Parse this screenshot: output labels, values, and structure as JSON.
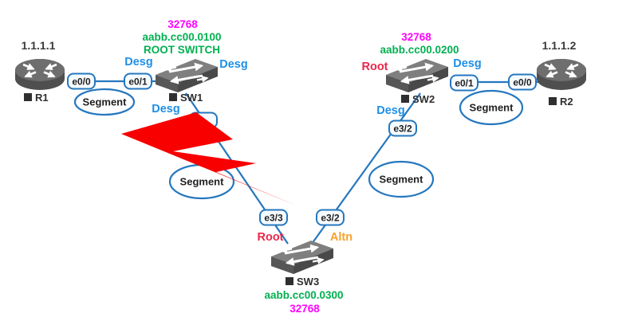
{
  "diagram_type": "spanning-tree-topology",
  "segment_label": "Segment",
  "stp_roles": {
    "desg": "Desg",
    "root": "Root",
    "altn": "Altn"
  },
  "nodes": {
    "r1": {
      "type": "router",
      "ip": "1.1.1.1",
      "name": "R1"
    },
    "r2": {
      "type": "router",
      "ip": "1.1.1.2",
      "name": "R2"
    },
    "sw1": {
      "type": "switch",
      "priority": "32768",
      "mac": "aabb.cc00.0100",
      "role_note": "ROOT SWITCH",
      "name": "SW1"
    },
    "sw2": {
      "type": "switch",
      "priority": "32768",
      "mac": "aabb.cc00.0200",
      "name": "SW2"
    },
    "sw3": {
      "type": "switch",
      "priority": "32768",
      "mac": "aabb.cc00.0300",
      "name": "SW3"
    }
  },
  "port_labels": {
    "r1_e0_0": "e0/0",
    "sw1_e0_1": "e0/1",
    "sw2_e0_1": "e0/1",
    "r2_e0_0": "e0/0",
    "sw2_e3_2": "e3/2",
    "sw3_e3_3": "e3/3",
    "sw3_e3_2": "e3/2"
  },
  "colors": {
    "designated": "#1E8FE8",
    "root": "#E8274B",
    "alternate": "#F9A12B",
    "priority": "#FF00FF",
    "mac": "#00B050",
    "link": "#2577BE",
    "bolt": "#F80000",
    "text": "#1F1F1F"
  }
}
